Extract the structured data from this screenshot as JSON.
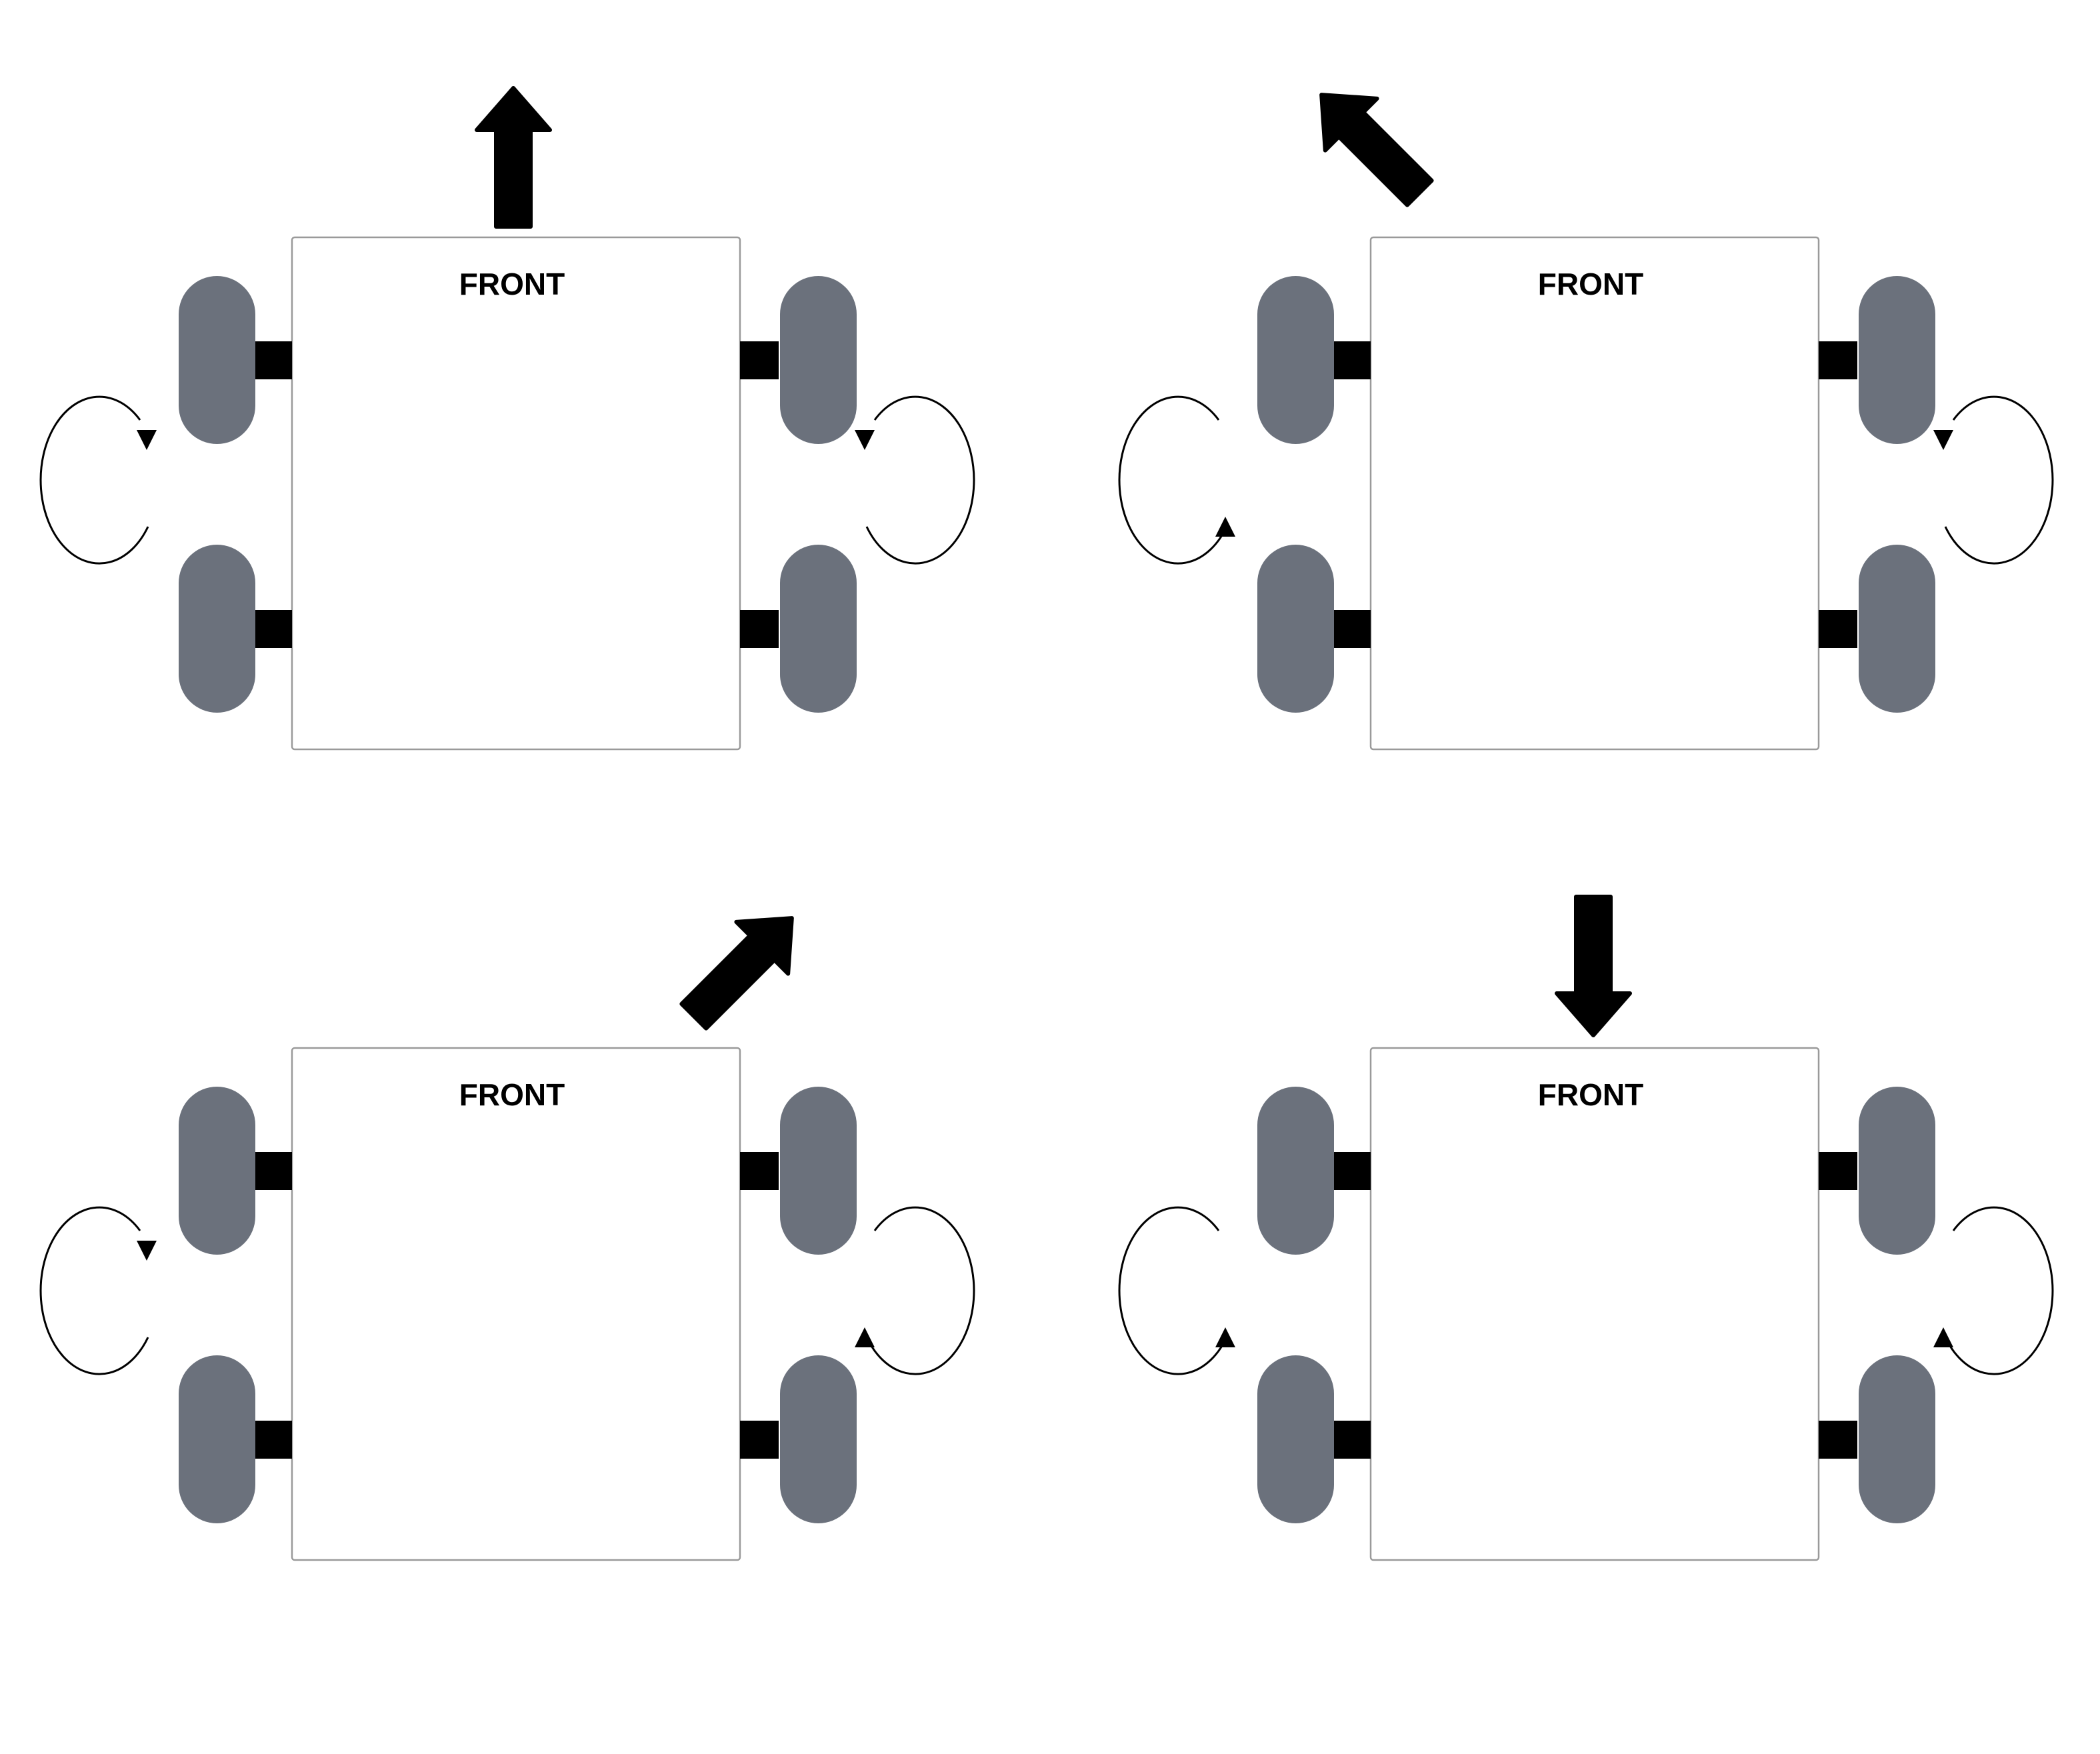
{
  "colors": {
    "wheel": "#6b717c",
    "axle": "#000000",
    "chassis_border": "#9a9a9a",
    "arrow": "#000000",
    "background": "#ffffff"
  },
  "panels": [
    {
      "name": "forward",
      "chassis_label": "FRONT",
      "motion_icon": "arrow-up-icon",
      "left_rotation_icon": "rotate-forward-icon",
      "right_rotation_icon": "rotate-forward-icon"
    },
    {
      "name": "diagonal-front-left",
      "chassis_label": "FRONT",
      "motion_icon": "arrow-up-left-icon",
      "left_rotation_icon": "rotate-backward-icon",
      "right_rotation_icon": "rotate-forward-icon"
    },
    {
      "name": "diagonal-front-right",
      "chassis_label": "FRONT",
      "motion_icon": "arrow-up-right-icon",
      "left_rotation_icon": "rotate-forward-icon",
      "right_rotation_icon": "rotate-backward-icon"
    },
    {
      "name": "backward",
      "chassis_label": "FRONT",
      "motion_icon": "arrow-down-icon",
      "left_rotation_icon": "rotate-backward-icon",
      "right_rotation_icon": "rotate-backward-icon"
    }
  ]
}
